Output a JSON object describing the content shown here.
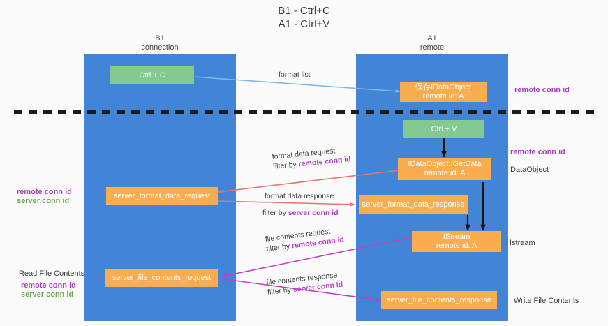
{
  "title": {
    "line1": "B1 - Ctrl+C",
    "line2": "A1 - Ctrl+V"
  },
  "lanes": [
    {
      "id": "b1",
      "name": "B1",
      "sub": "connection",
      "color": "#4285d6"
    },
    {
      "id": "a1",
      "name": "A1",
      "sub": "remote",
      "color": "#4285d6"
    }
  ],
  "boxes": {
    "ctrl_c": "Ctrl + C",
    "ctrl_v": "Ctrl + V",
    "idataobject": {
      "line1": "保存IDataObject",
      "line2": "remote id: A"
    },
    "getdata": {
      "line1": "IDataObject::GetData",
      "line2": "remote id: A"
    },
    "istream": {
      "line1": "IStream",
      "line2": "remote id: A"
    },
    "server_format_data_request": "server_format_data_request",
    "server_format_data_response": "server_format_data_response",
    "server_file_contents_request": "server_file_contents_request",
    "server_file_contents_response": "server_file_contents_response"
  },
  "edges": {
    "format_list": "format list",
    "format_data_request": "format data request",
    "format_data_request_filter_prefix": "filter by ",
    "format_data_request_filter_key": "remote conn id",
    "format_data_response": "format data response",
    "format_data_response_filter_prefix": "filter by ",
    "format_data_response_filter_key": "server conn id",
    "file_contents_request": "file contents request",
    "file_contents_request_filter_prefix": "filter by ",
    "file_contents_request_filter_key": "remote conn id",
    "file_contents_response": "file contents response",
    "file_contents_response_filter_prefix": "filter by ",
    "file_contents_response_filter_key": "server conn id"
  },
  "annotations": {
    "right_top_remote_conn_id": "remote conn id",
    "right_mid_remote_conn_id": "remote conn id",
    "right_dataobject": "DataObject",
    "right_istream": "Istream",
    "right_write_file_contents": "Write File Contents",
    "left_remote_conn_id": "remote conn id",
    "left_server_conn_id": "server conn id",
    "left_read_file_contents": "Read File Contents",
    "left_remote_conn_id_2": "remote conn id",
    "left_server_conn_id_2": "server conn id"
  },
  "colors": {
    "lane": "#4285d6",
    "green_box": "#82ca8f",
    "orange_box": "#f9ad4e",
    "purple": "#a93fc0",
    "green_text": "#6aa84f",
    "magenta": "#c23fc2",
    "arrow_blue": "#7fb7e8",
    "arrow_red": "#e8736b",
    "arrow_black": "#111111",
    "divider": "#1b1b1b",
    "background": "#fbfbfb"
  }
}
